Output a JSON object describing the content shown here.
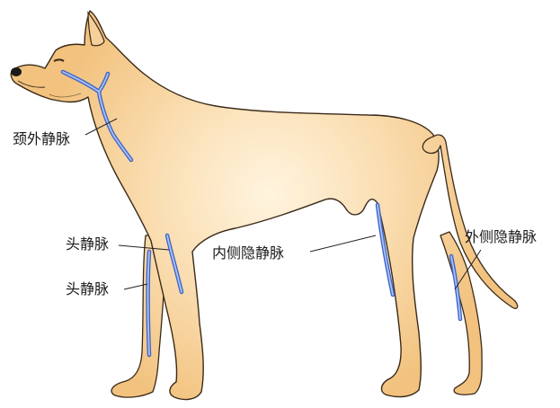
{
  "labels": {
    "jugular": "颈外静脉",
    "cephalic_upper": "头静脉",
    "cephalic_lower": "头静脉",
    "medial_saphenous": "内侧隐静脉",
    "lateral_saphenous": "外侧隐静脉"
  },
  "colors": {
    "body_edge": "#f2c27e",
    "body_center": "#fff4df",
    "outline": "#3a2a1a",
    "vein": "#3f63c8",
    "vein_light": "#a8c4f2",
    "leader": "#222222"
  }
}
